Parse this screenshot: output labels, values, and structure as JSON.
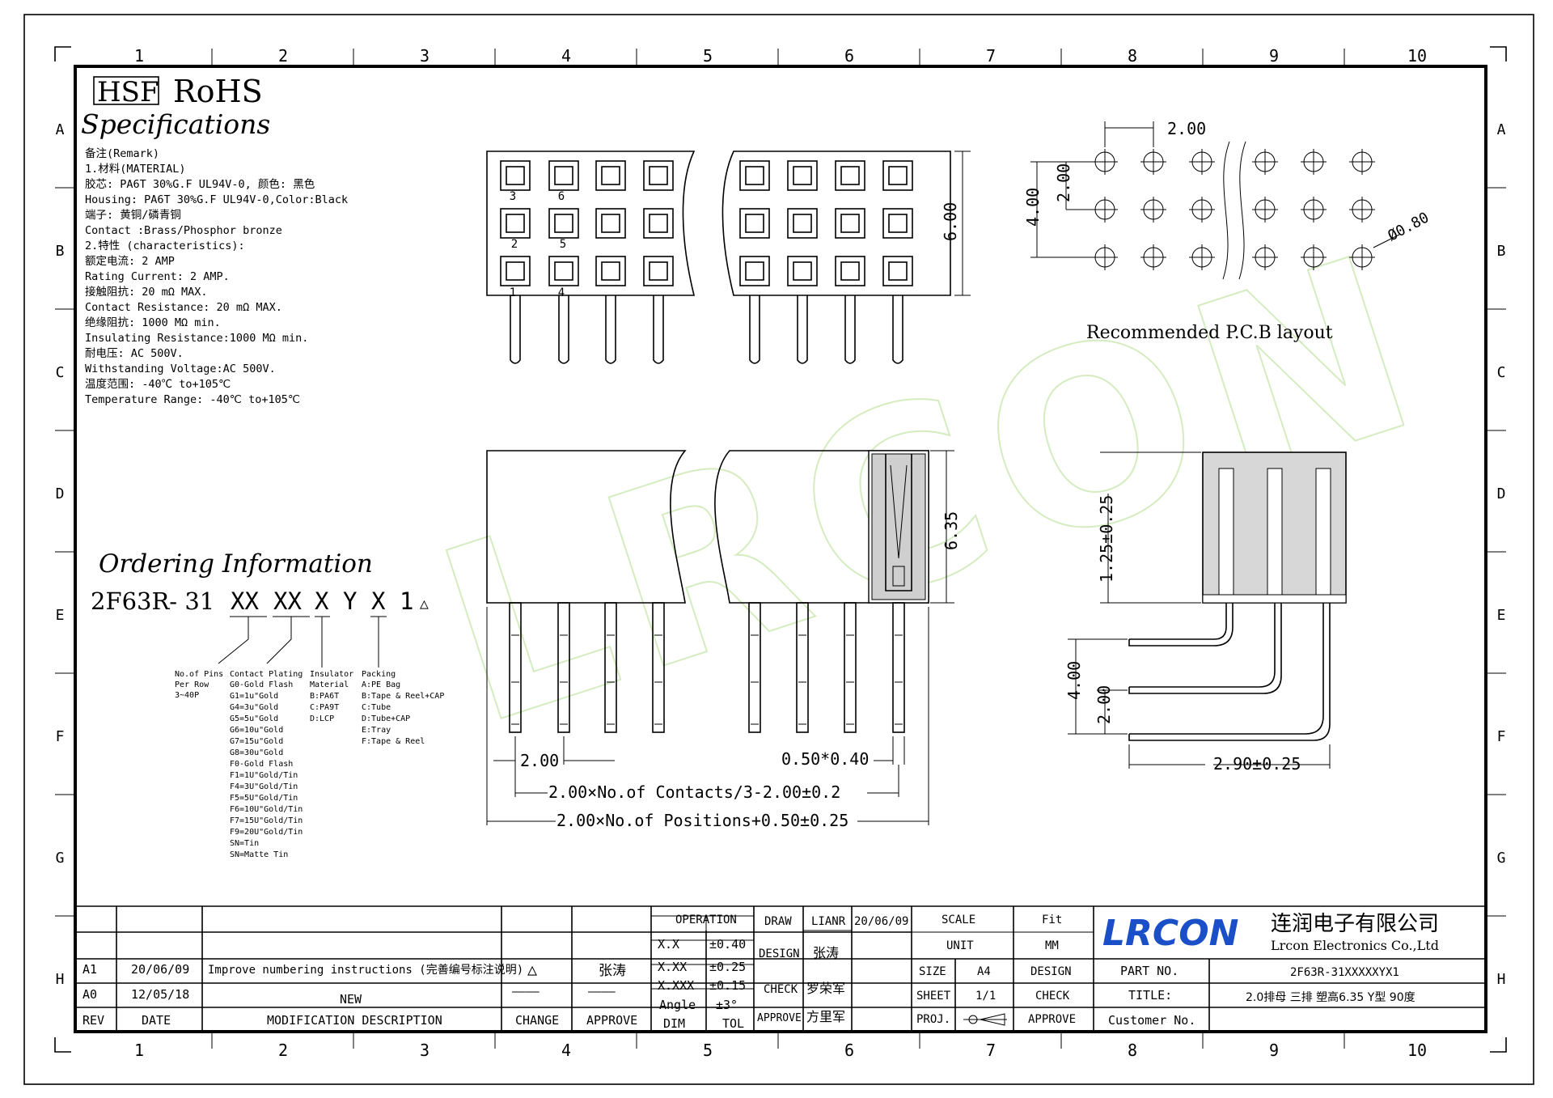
{
  "grid": {
    "columns": [
      "1",
      "2",
      "3",
      "4",
      "5",
      "6",
      "7",
      "8",
      "9",
      "10"
    ],
    "rows": [
      "A",
      "B",
      "C",
      "D",
      "E",
      "F",
      "G",
      "H"
    ]
  },
  "header": {
    "hsf": "HSF",
    "rohs": "RoHS",
    "title": "Specifications"
  },
  "specs": [
    "备注(Remark)",
    "1.材料(MATERIAL)",
    "胶芯: PA6T 30%G.F UL94V-0, 颜色: 黑色",
    "Housing: PA6T 30%G.F UL94V-0,Color:Black",
    "端子: 黄铜/磷青铜",
    "Contact :Brass/Phosphor bronze",
    "2.特性 (characteristics):",
    "额定电流: 2 AMP",
    "Rating Current: 2 AMP.",
    "接触阻抗: 20 mΩ MAX.",
    "Contact Resistance: 20 mΩ MAX.",
    "绝缘阻抗: 1000 MΩ min.",
    "Insulating Resistance:1000 MΩ  min.",
    "耐电压: AC 500V.",
    "Withstanding Voltage:AC 500V.",
    "温度范围: -40℃ to+105℃",
    "Temperature Range: -40℃ to+105℃"
  ],
  "ordering": {
    "title": "Ordering Information",
    "prefix": "2F63R- 31",
    "codes": [
      "XX",
      "XX",
      "X",
      "Y",
      "X",
      "1"
    ],
    "delta": "△",
    "legend": {
      "pins": [
        "No.of Pins",
        "Per Row",
        "3~40P"
      ],
      "plating": [
        "Contact Plating",
        "G0-Gold Flash",
        "G1=1u\"Gold",
        "G4=3u\"Gold",
        "G5=5u\"Gold",
        "G6=10u\"Gold",
        "G7=15u\"Gold",
        "G8=30u\"Gold",
        "F0-Gold Flash",
        "F1=1U\"Gold/Tin",
        "F4=3U\"Gold/Tin",
        "F5=5U\"Gold/Tin",
        "F6=10U\"Gold/Tin",
        "F7=15U\"Gold/Tin",
        "F9=20U\"Gold/Tin",
        "SN=Tin",
        "SN=Matte Tin"
      ],
      "insulator": [
        "Insulator",
        "Material",
        "B:PA6T",
        "C:PA9T",
        "D:LCP"
      ],
      "packing": [
        "Packing",
        "A:PE Bag",
        "B:Tape & Reel+CAP",
        "C:Tube",
        "D:Tube+CAP",
        "E:Tray",
        "F:Tape & Reel"
      ]
    }
  },
  "top_view": {
    "pin_labels": [
      "3",
      "6",
      "2",
      "5",
      "1",
      "4"
    ],
    "height_dim": "6.00"
  },
  "pcb_layout": {
    "caption": "Recommended P.C.B layout",
    "pitch": "2.00",
    "row_pitch": "2.00",
    "total": "4.00",
    "hole": "Ø0.80"
  },
  "front_view": {
    "height_dim": "6.35",
    "pitch": "2.00",
    "pin_dim": "0.50*0.40",
    "contacts_dim": "2.00×No.of Contacts/3-2.00±0.2",
    "positions_dim": "2.00×No.of Positions+0.50±0.25"
  },
  "side_view": {
    "top_dim": "1.25±0.25",
    "total": "4.00",
    "pitch": "2.00",
    "tail_dim": "2.90±0.25"
  },
  "revisions": {
    "rows": [
      {
        "rev": "A1",
        "date": "20/06/09",
        "desc": "Improve numbering instructions (完善编号标注说明)",
        "change": "△",
        "approve": "张涛"
      },
      {
        "rev": "A0",
        "date": "12/05/18",
        "desc": "NEW",
        "change": "————",
        "approve": "————"
      }
    ],
    "headers": {
      "rev": "REV",
      "date": "DATE",
      "desc": "MODIFICATION DESCRIPTION",
      "change": "CHANGE",
      "approve": "APPROVE"
    }
  },
  "tolerance": {
    "operation": "OPERATION",
    "rows": [
      [
        "X.X",
        "±0.40"
      ],
      [
        "X.XX",
        "±0.25"
      ],
      [
        "X.XXX",
        "±0.15"
      ],
      [
        "Angle",
        "±3°"
      ]
    ],
    "dim": "DIM",
    "tol": "TOL"
  },
  "signoff": {
    "draw": "DRAW",
    "draw_name": "LIANR",
    "draw_date": "20/06/09",
    "design": "DESIGN",
    "design_name": "张涛",
    "check": "CHECK",
    "check_name": "罗荣军",
    "approve": "APPROVE",
    "approve_name": "方里军"
  },
  "sheetinfo": {
    "scale": "SCALE",
    "scale_val": "Fit",
    "unit": "UNIT",
    "unit_val": "MM",
    "size": "SIZE",
    "size_val": "A4",
    "sheet": "SHEET",
    "sheet_val": "1/1",
    "proj": "PROJ.",
    "design": "DESIGN",
    "check": "CHECK",
    "approve": "APPROVE"
  },
  "company": {
    "logo": "LRCON",
    "cn": "连润电子有限公司",
    "en": "Lrcon Electronics Co.,Ltd",
    "logo_color": "#1a4fc8",
    "part_no_label": "PART NO.",
    "part_no": "2F63R-31XXXXXYX1",
    "title_label": "TITLE:",
    "title": "2.0排母 三排 塑高6.35  Y型 90度",
    "customer_label": "Customer No."
  },
  "watermark": "LRCON"
}
